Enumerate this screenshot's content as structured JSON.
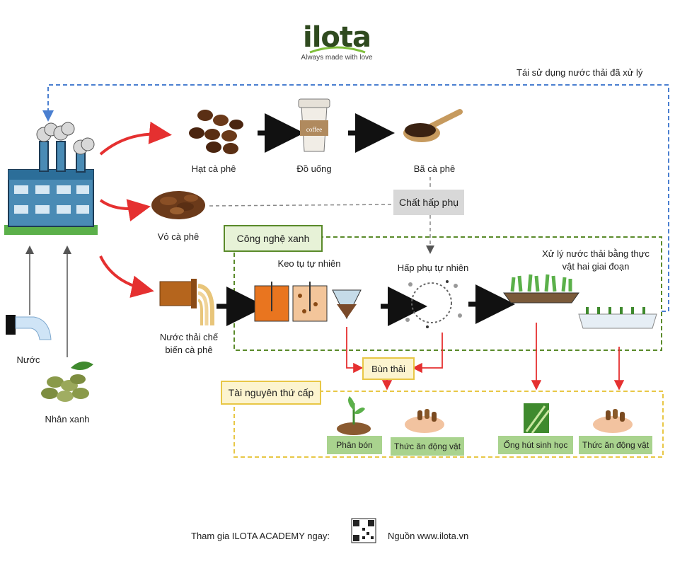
{
  "logo": {
    "text": "ilota",
    "tagline": "Always made with love"
  },
  "labels": {
    "reuse": "Tái sử dụng nước thải đã xử lý",
    "coffee_beans": "Hạt cà phê",
    "drink": "Đồ uống",
    "coffee_grounds": "Bã cà phê",
    "adsorbent": "Chất hấp phụ",
    "coffee_husk": "Vỏ cà phê",
    "green_tech": "Công nghệ xanh",
    "natural_coag": "Keo tụ tự nhiên",
    "natural_adsorb": "Hấp phụ tự nhiên",
    "plant_treatment_1": "Xử lý nước thải bằng thực",
    "plant_treatment_2": "vật hai giai đoạn",
    "wastewater_1": "Nước thải chế",
    "wastewater_2": "biến cà phê",
    "water": "Nước",
    "green_beans": "Nhân xanh",
    "sludge": "Bùn thải",
    "secondary": "Tài nguyên thứ cấp",
    "cup_text": "coffee"
  },
  "products": {
    "fertilizer": "Phân bón",
    "feed_1": "Thức ăn động vật",
    "straw": "Ống hút sinh học",
    "feed_2": "Thức ăn động vật"
  },
  "footer": {
    "join": "Tham gia ILOTA ACADEMY ngay:",
    "source": "Nguồn www.ilota.vn"
  },
  "colors": {
    "blue_dashed": "#4a7fd0",
    "green_dashed": "#5a8a2a",
    "yellow_dashed": "#e8c746",
    "red_arrow": "#e53030",
    "brand": "#2f4a1f"
  }
}
